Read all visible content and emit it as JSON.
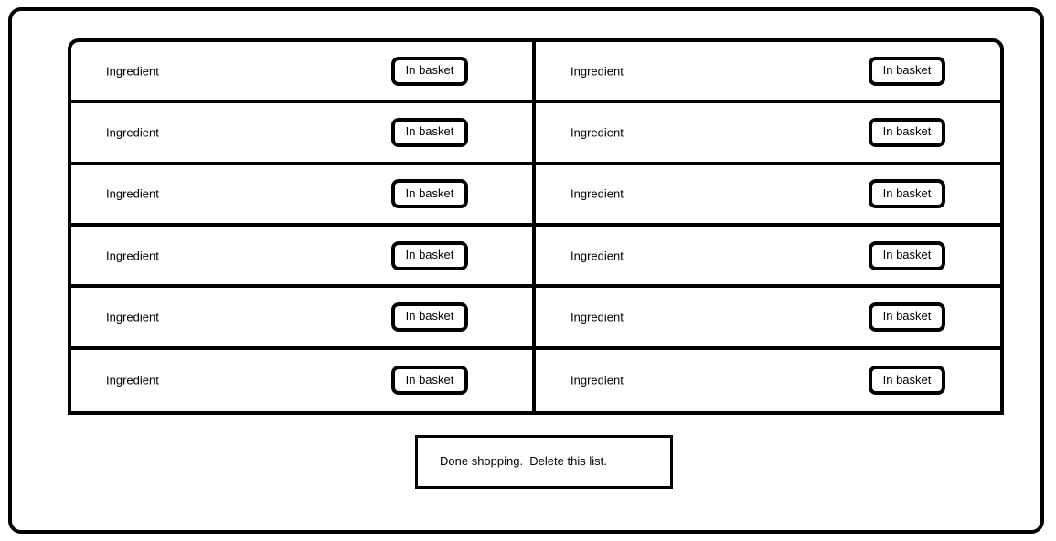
{
  "shopping_list": {
    "rows": [
      {
        "left": {
          "ingredient": "Ingredient",
          "button": "In basket"
        },
        "right": {
          "ingredient": "Ingredient",
          "button": "In basket"
        }
      },
      {
        "left": {
          "ingredient": "Ingredient",
          "button": "In basket"
        },
        "right": {
          "ingredient": "Ingredient",
          "button": "In basket"
        }
      },
      {
        "left": {
          "ingredient": "Ingredient",
          "button": "In basket"
        },
        "right": {
          "ingredient": "Ingredient",
          "button": "In basket"
        }
      },
      {
        "left": {
          "ingredient": "Ingredient",
          "button": "In basket"
        },
        "right": {
          "ingredient": "Ingredient",
          "button": "In basket"
        }
      },
      {
        "left": {
          "ingredient": "Ingredient",
          "button": "In basket"
        },
        "right": {
          "ingredient": "Ingredient",
          "button": "In basket"
        }
      },
      {
        "left": {
          "ingredient": "Ingredient",
          "button": "In basket"
        },
        "right": {
          "ingredient": "Ingredient",
          "button": "In basket"
        }
      }
    ]
  },
  "footer": {
    "done_label": "Done shopping.  Delete this list."
  }
}
